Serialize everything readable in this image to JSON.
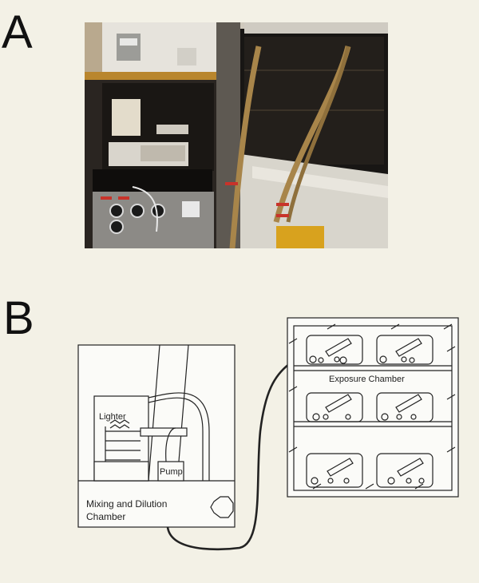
{
  "panels": {
    "a": {
      "letter": "A"
    },
    "b": {
      "letter": "B"
    }
  },
  "diagram": {
    "lighter_label": "Lighter",
    "pump_label": "Pump",
    "mixing_chamber_line1": "Mixing and Dilution",
    "mixing_chamber_line2": "Chamber",
    "exposure_chamber_label": "Exposure Chamber"
  },
  "colors": {
    "background": "#f3f1e6",
    "photo_dark": "#1d1a17",
    "cabinet_steel": "#8c8a86",
    "hose_gold": "#a8854a",
    "warning_label": "#d8a21e",
    "outline": "#222222"
  }
}
